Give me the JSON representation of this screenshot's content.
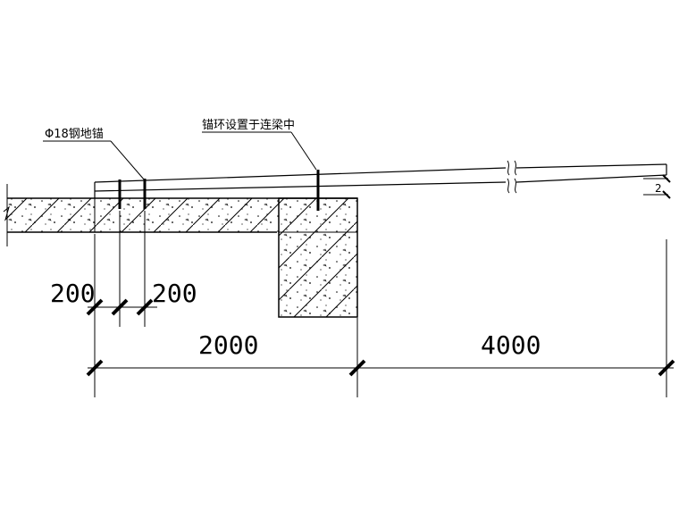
{
  "annotations": {
    "anchor_bar": "Φ18钢地锚",
    "anchor_ring": "锚环设置于连梁中",
    "end_offset": "2"
  },
  "dimensions": {
    "left_200": "200",
    "right_200": "200",
    "span_2000": "2000",
    "span_4000": "4000"
  }
}
